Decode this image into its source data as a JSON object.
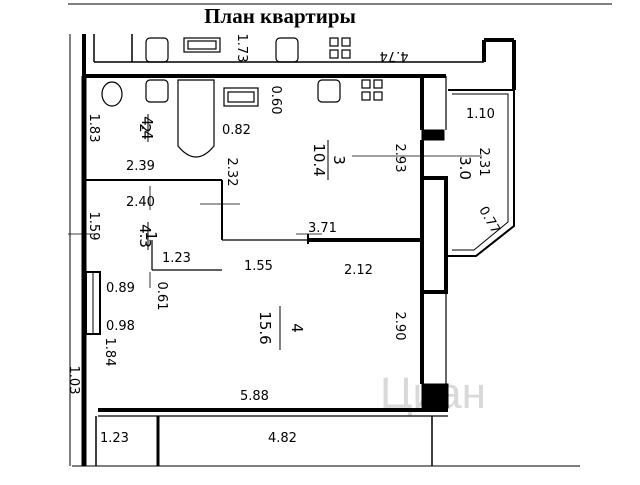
{
  "title": "План квартиры",
  "watermark": "Циан",
  "rooms": [
    {
      "number": "2",
      "area": "4.4"
    },
    {
      "number": "1",
      "area": "4.3"
    },
    {
      "number": "3",
      "area": "10.4"
    },
    {
      "number": "4",
      "area": "15.6"
    },
    {
      "number": "",
      "area": "3.0"
    }
  ],
  "dimensions": {
    "top_1_73": "1.73",
    "top_4_74": "4.74",
    "d_0_60": "0.60",
    "d_1_83": "1.83",
    "d_0_82": "0.82",
    "d_1_10": "1.10",
    "d_2_31": "2.31",
    "d_2_93": "2.93",
    "d_2_39": "2.39",
    "d_2_32": "2.32",
    "d_2_40": "2.40",
    "d_0_77": "0.77",
    "d_1_59": "1.59",
    "d_3_71": "3.71",
    "d_1_23_hall": "1.23",
    "d_1_55": "1.55",
    "d_2_12": "2.12",
    "d_0_89": "0.89",
    "d_0_61": "0.61",
    "d_0_98": "0.98",
    "d_2_90": "2.90",
    "d_1_84": "1.84",
    "d_1_03": "1.03",
    "d_5_88": "5.88",
    "d_1_23_bottom": "1.23",
    "d_4_82": "4.82"
  }
}
